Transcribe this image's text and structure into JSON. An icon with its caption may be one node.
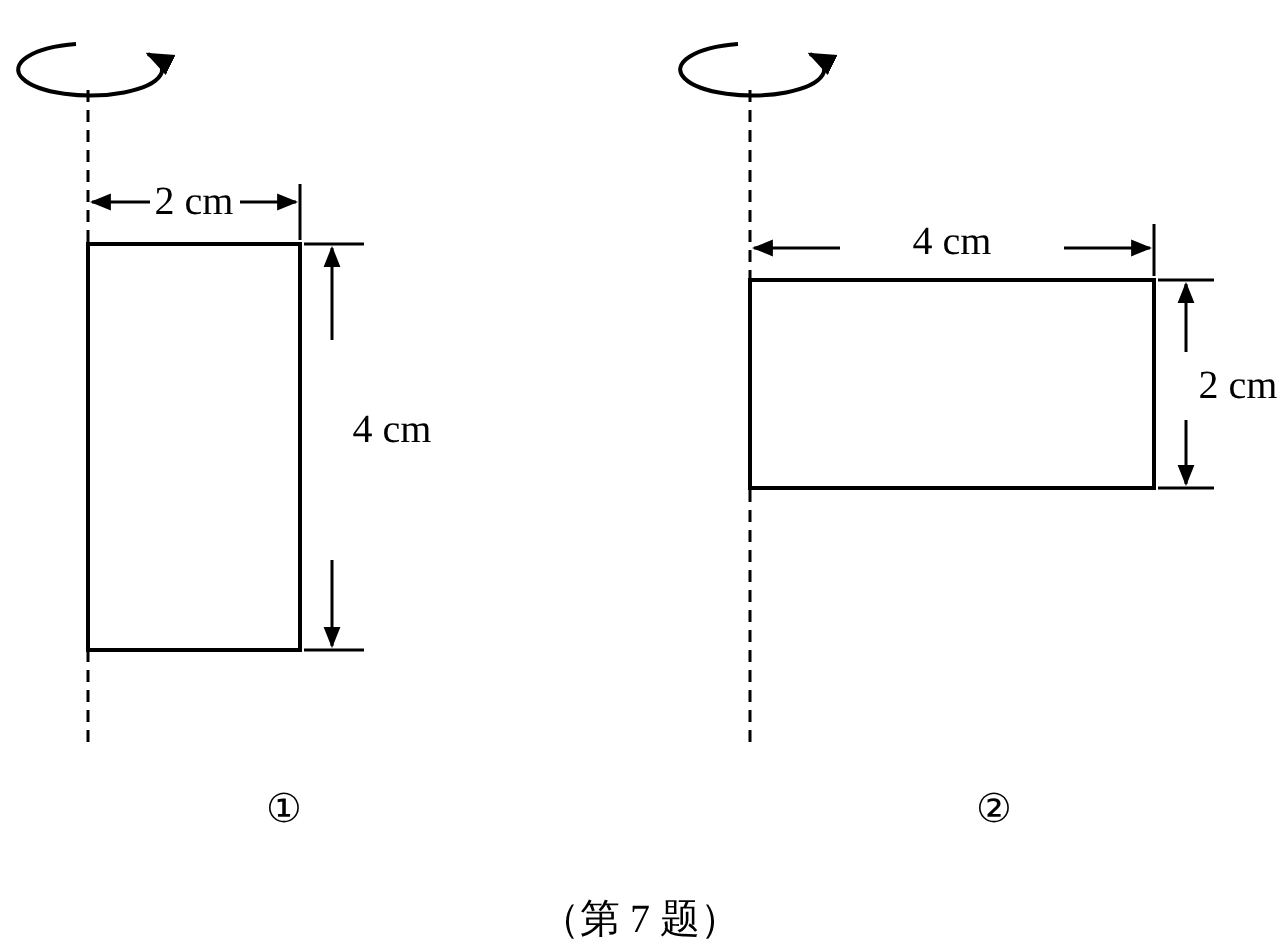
{
  "diagram": {
    "caption": "（第 7 题）",
    "nodes": [
      {
        "text": [],
        "shape": "box"
      },
      {
        "text": [],
        "shape": "box"
      }
    ],
    "labels": [
      "2 cm",
      "4 cm",
      "①",
      "4 cm",
      "2 cm",
      "②"
    ]
  }
}
